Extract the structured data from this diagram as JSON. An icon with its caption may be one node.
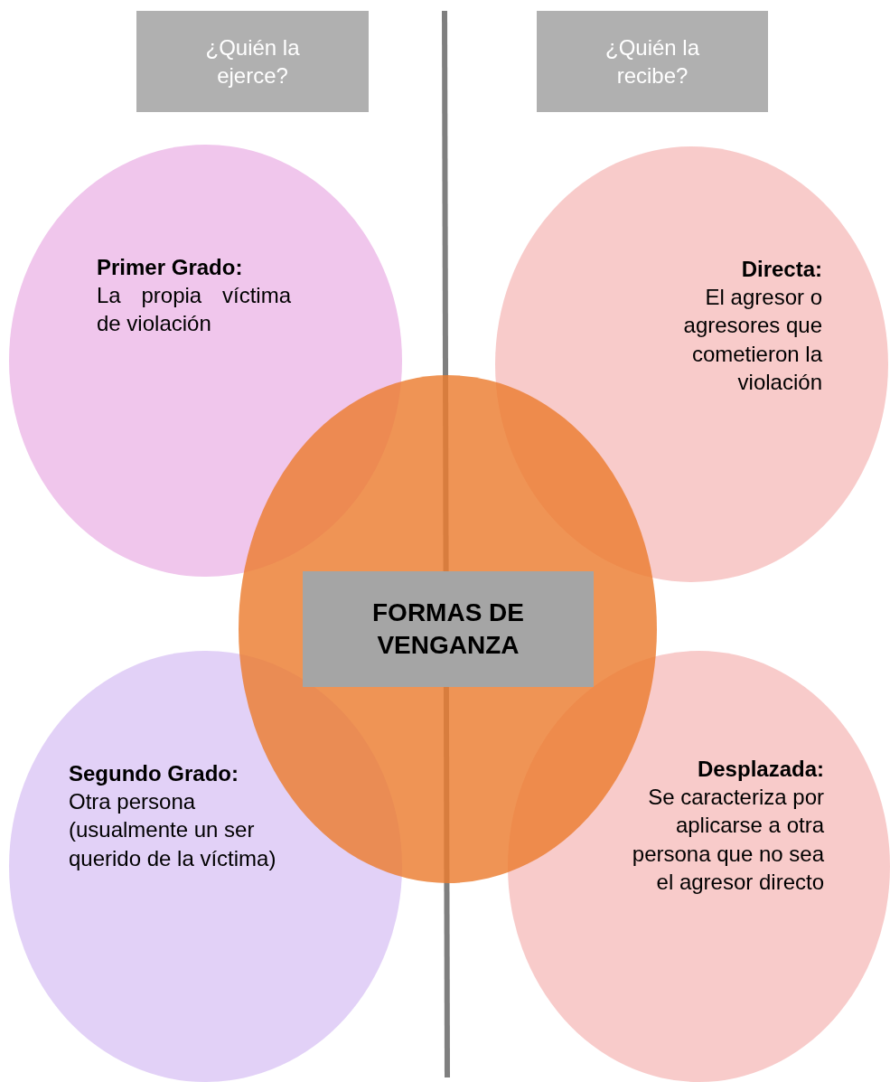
{
  "diagram": {
    "nodes": [
      {
        "text": [
          "¿Quién la ejerce?"
        ]
      },
      {
        "text": [
          "¿Quién la recibe?"
        ]
      },
      {
        "text": [
          "Primer Grado:",
          "La propia víctima de violación"
        ]
      },
      {
        "text": [
          "Directa:",
          "El agresor o agresores que cometieron la violación"
        ]
      },
      {
        "text": [],
        "shape": "ellipse"
      },
      {
        "text": [
          "FORMAS DE VENGANZA"
        ],
        "in": 4
      },
      {
        "text": [
          "Segundo Grado:",
          "Otra persona (usualmente un ser querido de la víctima)"
        ]
      },
      {
        "text": [
          "Desplazada:",
          "Se caracteriza por aplicarse a otra persona que no sea el agresor directo"
        ]
      }
    ],
    "edges": []
  }
}
